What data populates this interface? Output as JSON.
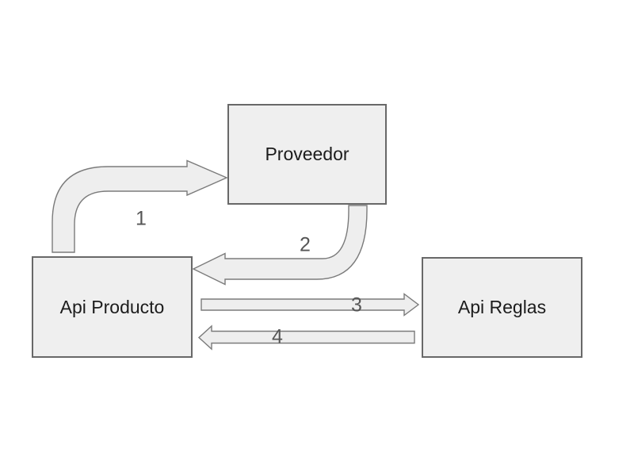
{
  "diagram": {
    "title": "",
    "background_color": "#ffffff",
    "colors": {
      "box_fill": "#efefef",
      "box_border": "#686868",
      "arrow_fill": "#eeeeee",
      "arrow_border": "#7b7b7b",
      "node_text_color": "#1c1c1c",
      "edge_number_color": "#565656"
    },
    "nodes": [
      {
        "id": "proveedor",
        "label": "Proveedor"
      },
      {
        "id": "api-producto",
        "label": "Api Producto"
      },
      {
        "id": "api-reglas",
        "label": "Api Reglas"
      }
    ],
    "edges": [
      {
        "label": "1",
        "from": "Api Producto",
        "to": "Proveedor",
        "style": "curved-thick"
      },
      {
        "label": "2",
        "from": "Proveedor",
        "to": "Api Producto",
        "style": "curved-thick"
      },
      {
        "label": "3",
        "from": "Api Producto",
        "to": "Api Reglas",
        "style": "straight-thin"
      },
      {
        "label": "4",
        "from": "Api Reglas",
        "to": "Api Producto",
        "style": "straight-thin"
      }
    ]
  }
}
